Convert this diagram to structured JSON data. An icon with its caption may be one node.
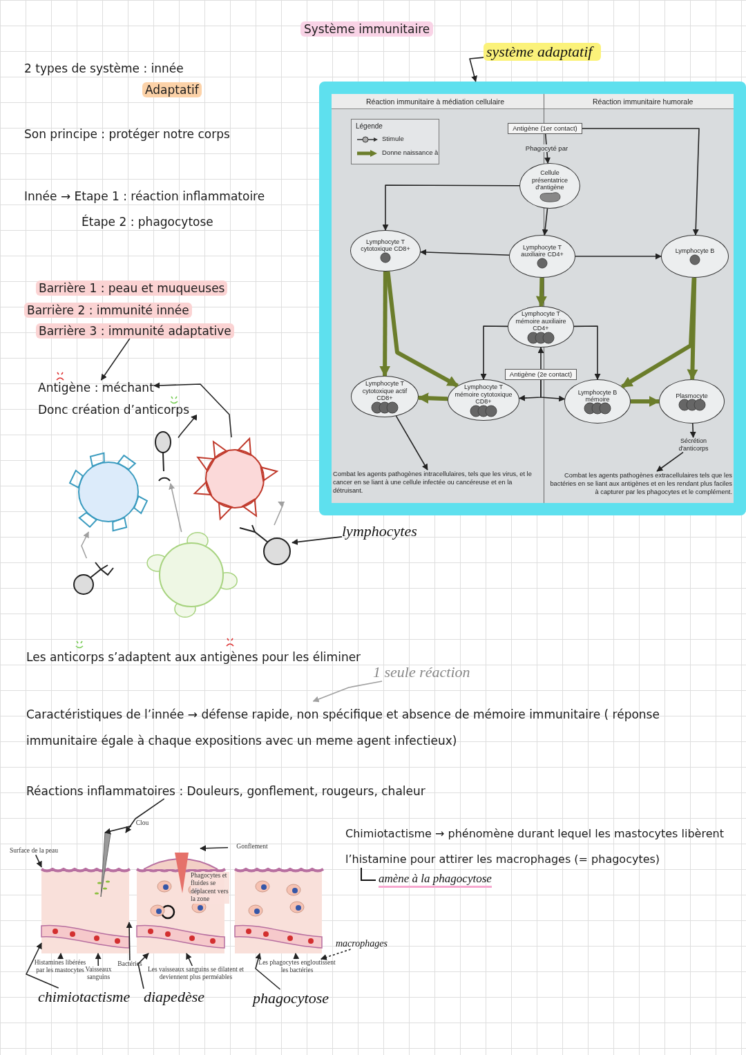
{
  "diagram": {
    "title": "Système immunitaire",
    "nodes": [
      {
        "text": [
          "Barrière 3 : immunité adaptative"
        ]
      },
      {
        "text": [
          "Antigène : méchant"
        ]
      },
      {
        "text": [
          "Donc création d’anticorps"
        ]
      },
      {
        "text": [],
        "shape": "circle"
      },
      {
        "text": [],
        "shape": "circle"
      },
      {
        "text": [],
        "shape": "circle"
      },
      {
        "text": [],
        "shape": "circle"
      },
      {
        "text": [],
        "shape": "circle"
      },
      {
        "text": [],
        "shape": "circle"
      },
      {
        "text": [
          "lymphocytes"
        ]
      },
      {
        "text": [
          "système adaptatif"
        ]
      },
      {
        "text": [
          "Réaction immunitaire à médiation cellulaire",
          "Réaction immunitaire humorale"
        ]
      },
      {
        "text": [
          "Antigène (1er contact)"
        ],
        "in": 11
      },
      {
        "text": [
          "Cellule présentatrice d'antigène"
        ],
        "in": 11
      },
      {
        "text": [
          "Lymphocyte T cytotoxique CD8+"
        ],
        "in": 11
      },
      {
        "text": [
          "Lymphocyte T auxiliaire CD4+"
        ],
        "in": 11
      },
      {
        "text": [
          "Lymphocyte B"
        ],
        "in": 11
      },
      {
        "text": [
          "Lymphocyte T mémoire auxiliaire CD4+"
        ],
        "in": 11
      },
      {
        "text": [
          "Antigène (2e contact)"
        ],
        "in": 11
      },
      {
        "text": [
          "Lymphocyte T cytotoxique actif CD8+"
        ],
        "in": 11
      },
      {
        "text": [
          "Lymphocyte T mémoire cytotoxique CD8+"
        ],
        "in": 11
      },
      {
        "text": [
          "Lymphocyte B mémoire"
        ],
        "in": 11
      },
      {
        "text": [
          "Plasmocyte"
        ],
        "in": 11
      },
      {
        "text": [
          "Sécrétion d'anticorps"
        ],
        "in": 11
      },
      {
        "text": [
          "Combat les agents pathogènes intracellulaires, tels que les virus, et le cancer en se liant à une cellule infectée ou cancéreuse et en la détruisant."
        ],
        "in": 11
      },
      {
        "text": [
          "Combat les agents pathogènes extracellulaires tels que les bactéries en se liant aux antigènes et en les rendant plus faciles à capturer par les phagocytes et le complément."
        ],
        "in": 11
      },
      {
        "text": [
          "1 seule réaction"
        ]
      },
      {
        "text": [
          "Réactions inflammatoires : Douleurs, gonflement, rougeurs, chaleur"
        ]
      },
      {
        "text": [],
        "shape": "picture"
      },
      {
        "text": [],
        "shape": "picture"
      },
      {
        "text": [],
        "shape": "picture"
      },
      {
        "text": [
          "Surface de la peau"
        ]
      },
      {
        "text": [
          "Clou"
        ]
      },
      {
        "text": [
          "Histamines libérées par les mastocytes"
        ]
      },
      {
        "text": [
          "Vaisseaux sanguins"
        ]
      },
      {
        "text": [
          "Bactéries"
        ]
      },
      {
        "text": [
          "Gonflement"
        ]
      },
      {
        "text": [
          "Les vaisseaux sanguins se dilatent et deviennent plus perméables"
        ]
      },
      {
        "text": [
          "Les phagocytes engloutissent les bactéries"
        ]
      },
      {
        "text": [
          "macrophages"
        ]
      },
      {
        "text": [
          "chimiotactisme"
        ]
      },
      {
        "text": [
          "diapedèse"
        ]
      },
      {
        "text": [
          "phagocytose"
        ]
      },
      {
        "text": [
          "Caractéristiques de l’innée → défense rapide, non spécifique et absence de mémoire immunitaire ( réponse immunitaire égale à chaque expositions avec un meme agent infectieux)"
        ]
      },
      {
        "text": [
          "Barrière 1 : peau et muqueuses"
        ]
      },
      {
        "text": [
          "Barrière 2 : immunité innée"
        ]
      }
    ],
    "edges": [
      {
        "from": 0,
        "to": 1,
        "arrow": "to"
      },
      {
        "from": 4,
        "to": 1,
        "arrow": "to"
      },
      {
        "from": 5,
        "to": 2,
        "arrow": "to"
      },
      {
        "from": 8,
        "to": 3,
        "arrow": "to",
        "color": "#a0a0a0"
      },
      {
        "from": 6,
        "to": 5,
        "arrow": "to",
        "color": "#a0a0a0"
      },
      {
        "from": 7,
        "to": 4,
        "arrow": "to",
        "color": "#a0a0a0"
      },
      {
        "from": 9,
        "to": 7,
        "arrow": "to"
      },
      {
        "from": 10,
        "to": 11,
        "arrow": "to"
      },
      {
        "from": 12,
        "to": 13,
        "arrow": "to",
        "label": "Phagocyté par"
      },
      {
        "from": 12,
        "to": 16,
        "arrow": "to"
      },
      {
        "from": 13,
        "to": 14,
        "arrow": "to"
      },
      {
        "from": 13,
        "to": 15,
        "arrow": "to"
      },
      {
        "from": 15,
        "to": 14,
        "arrow": "to"
      },
      {
        "from": 15,
        "to": 16,
        "arrow": "to"
      },
      {
        "from": 15,
        "to": 17,
        "arrow": "to",
        "style": "thick",
        "color": "#6b7d2b"
      },
      {
        "from": 14,
        "to": 19,
        "arrow": "to",
        "style": "thick",
        "color": "#6b7d2b"
      },
      {
        "from": 14,
        "to": 20,
        "arrow": "to",
        "style": "thick",
        "color": "#6b7d2b"
      },
      {
        "from": 17,
        "to": 20,
        "arrow": "to"
      },
      {
        "from": 17,
        "to": 21,
        "arrow": "to"
      },
      {
        "from": 18,
        "to": 17,
        "arrow": "to"
      },
      {
        "from": 18,
        "to": 20,
        "arrow": "to"
      },
      {
        "from": 18,
        "to": 21,
        "arrow": "to"
      },
      {
        "from": 16,
        "to": 21,
        "arrow": "to",
        "style": "thick",
        "color": "#6b7d2b"
      },
      {
        "from": 16,
        "to": 22,
        "arrow": "to",
        "style": "thick",
        "color": "#6b7d2b"
      },
      {
        "from": 20,
        "to": 19,
        "arrow": "to",
        "style": "thick",
        "color": "#6b7d2b"
      },
      {
        "from": 21,
        "to": 22,
        "arrow": "to",
        "style": "thick",
        "color": "#6b7d2b"
      },
      {
        "from": 19,
        "to": 24,
        "arrow": "to"
      },
      {
        "from": 22,
        "to": 23,
        "arrow": "to"
      },
      {
        "from": 23,
        "to": 25,
        "arrow": "to"
      },
      {
        "from": 26,
        "to": 43,
        "arrow": "to",
        "color": "#a0a0a0"
      },
      {
        "from": 27,
        "to": 28,
        "arrow": "to"
      },
      {
        "from": 31,
        "to": 28,
        "arrow": "to"
      },
      {
        "from": 32,
        "to": 28,
        "arrow": "to"
      },
      {
        "from": 33,
        "to": 28,
        "arrow": "to"
      },
      {
        "from": 34,
        "to": 28,
        "arrow": "to"
      },
      {
        "from": 35,
        "to": 28,
        "arrow": "to"
      },
      {
        "from": 36,
        "to": 29,
        "arrow": "to"
      },
      {
        "from": 37,
        "to": 29,
        "arrow": "to"
      },
      {
        "from": 38,
        "to": 30,
        "arrow": "to"
      },
      {
        "from": 39,
        "to": 38,
        "arrow": "to",
        "style": "dashed"
      },
      {
        "from": 40,
        "to": 28,
        "arrow": "to"
      },
      {
        "from": 41,
        "to": 29,
        "arrow": "to"
      },
      {
        "from": 42,
        "to": 30,
        "arrow": "to"
      }
    ],
    "labels": [
      "2 types de système : innée",
      "Adaptatif",
      "Son principe : protéger notre corps",
      "Innée → Etape 1 : réaction inflammatoire",
      "Étape 2 : phagocytose",
      "Légende",
      "Les anticorps s’adaptent aux antigènes pour les éliminer",
      "Chimiotactisme → phénomène durant lequel les mastocytes libèrent l’histamine pour attirer les macrophages (= phagocytes)",
      "amène à la phagocytose",
      "Phagocytes et fluides se déplacent vers la zone"
    ],
    "legend": [
      {
        "text": "Stimule"
      },
      {
        "text": "Donne naissance à"
      }
    ]
  }
}
